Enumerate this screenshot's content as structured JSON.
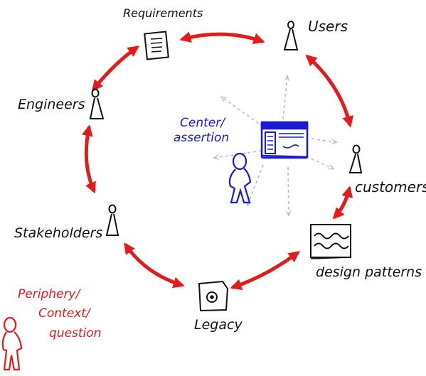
{
  "colors": {
    "ink": "#111111",
    "ring_arrow": "#e31b1b",
    "center": "#1a1ad6",
    "periphery": "#e31b1b",
    "dashed": "#bdbdbd"
  },
  "nodes": {
    "requirements": {
      "label": "Requirements",
      "icon": "document-icon"
    },
    "users": {
      "label": "Users",
      "icon": "person-icon"
    },
    "customers": {
      "label": "customers",
      "icon": "person-icon"
    },
    "design_patterns": {
      "label": "design patterns",
      "icon": "wave-box-icon"
    },
    "legacy": {
      "label": "Legacy",
      "icon": "legacy-box-icon"
    },
    "stakeholders": {
      "label": "Stakeholders",
      "icon": "person-icon"
    },
    "engineers": {
      "label": "Engineers",
      "icon": "person-icon"
    }
  },
  "center": {
    "line1": "Center/",
    "line2": "assertion",
    "icon": "screen-icon",
    "person_icon": "person-icon"
  },
  "periphery": {
    "line1": "Periphery/",
    "line2": "Context/",
    "line3": "question",
    "person_icon": "person-icon"
  }
}
